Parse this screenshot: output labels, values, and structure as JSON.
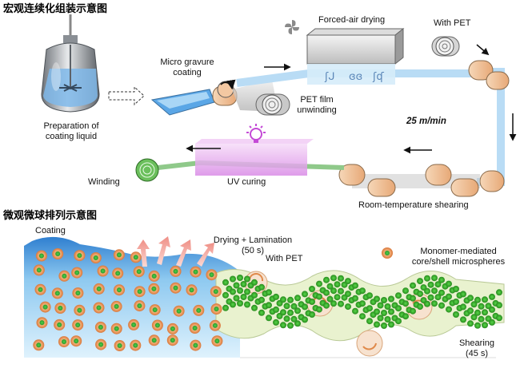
{
  "macro": {
    "title": "宏观连续化组装示意图",
    "preparation": "Preparation of\ncoating liquid",
    "micro_gravure": "Micro gravure\ncoating",
    "forced_air": "Forced-air drying",
    "with_pet": "With PET",
    "pet_film": "PET film\nunwinding",
    "speed": "25 m/min",
    "winding": "Winding",
    "uv_curing": "UV curing",
    "shearing": "Room-temperature shearing"
  },
  "micro": {
    "title": "微观微球排列示意图",
    "coating": "Coating",
    "drying": "Drying + Lamination\n(50 s)",
    "with_pet": "With PET",
    "legend": "Monomer-mediated\ncore/shell microspheres",
    "shearing": "Shearing\n(45 s)"
  },
  "colors": {
    "sphere_shell": "#e0894a",
    "sphere_core": "#4caf2c",
    "liquid": "#9fd3f0",
    "roller": "#f2c7a0",
    "uv_glow": "#e9a6f0",
    "air_arrow": "#f4a8a0"
  }
}
